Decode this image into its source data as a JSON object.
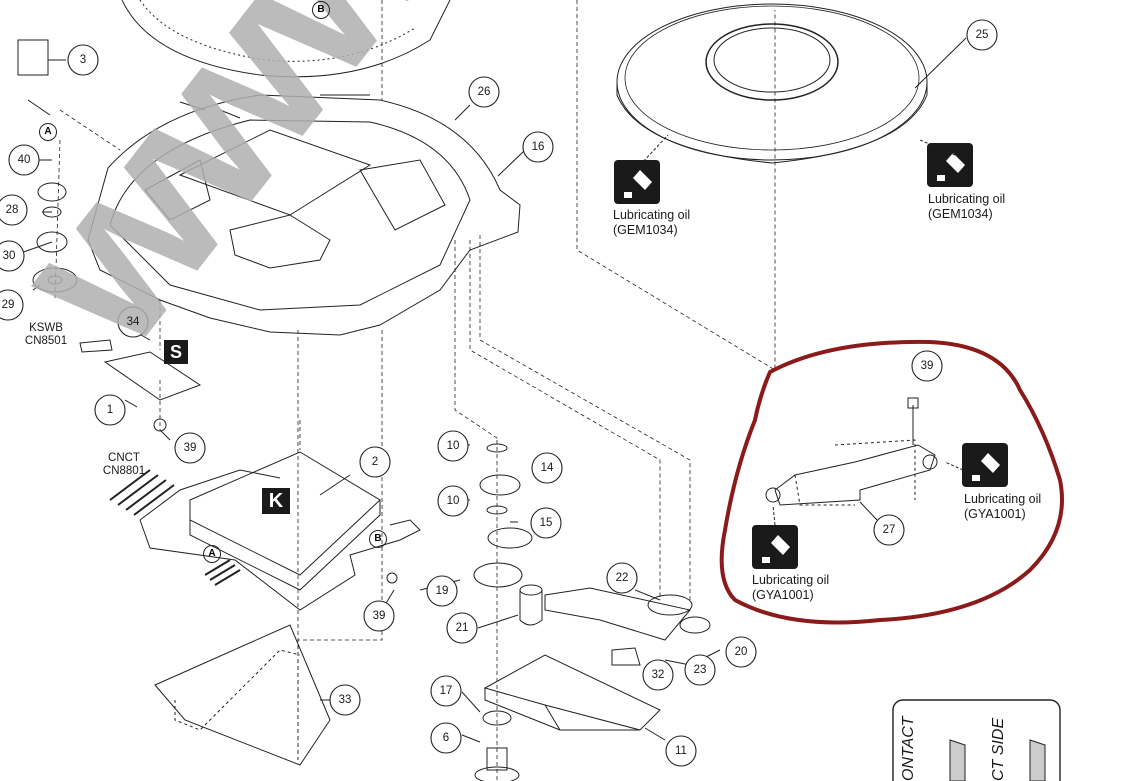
{
  "watermark": "www.ie",
  "callouts": {
    "c1": "1",
    "c2": "2",
    "c3": "3",
    "c6": "6",
    "c10a": "10",
    "c10b": "10",
    "c11": "11",
    "c14": "14",
    "c15": "15",
    "c16": "16",
    "c17": "17",
    "c19": "19",
    "c20": "20",
    "c21": "21",
    "c22": "22",
    "c23": "23",
    "c25": "25",
    "c26": "26",
    "c27": "27",
    "c28": "28",
    "c29": "29",
    "c30": "30",
    "c32": "32",
    "c33": "33",
    "c34": "34",
    "c39a": "39",
    "c39b": "39",
    "c39c": "39",
    "c40": "40"
  },
  "markers": {
    "a": "A",
    "b": "B",
    "s": "S",
    "k": "K"
  },
  "connectors": {
    "kswb_line1": "KSWB",
    "kswb_line2": "CN8501",
    "cnct_line1": "CNCT",
    "cnct_line2": "CN8801"
  },
  "lubrication": {
    "top_left": {
      "text": "Lubricating oil",
      "code": "(GEM1034)"
    },
    "top_right": {
      "text": "Lubricating oil",
      "code": "(GEM1034)"
    },
    "right_a": {
      "text": "Lubricating oil",
      "code": "(GYA1001)"
    },
    "right_b": {
      "text": "Lubricating oil",
      "code": "(GYA1001)"
    }
  },
  "side_panel": {
    "text1": "ONTACT",
    "text2": "CT SIDE"
  },
  "highlight_color": "#8b1a1a"
}
